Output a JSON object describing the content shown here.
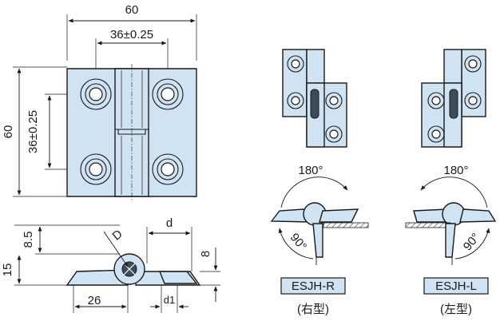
{
  "front_view": {
    "width_overall": "60",
    "width_hole_pitch": "36±0.25",
    "height_overall": "60",
    "height_hole_pitch": "36±0.25"
  },
  "side_view": {
    "dim_thickness": "8.5",
    "dim_height": "15",
    "dim_diameter_D": "D",
    "dim_d": "d",
    "dim_8": "8",
    "dim_26": "26",
    "dim_d1": "d1"
  },
  "right_hand": {
    "angle_open": "180°",
    "angle_limit": "90°",
    "model": "ESJH-R",
    "type_label": "(右型)"
  },
  "left_hand": {
    "angle_open": "180°",
    "angle_limit": "90°",
    "model": "ESJH-L",
    "type_label": "(左型)"
  },
  "colors": {
    "part_fill": "#cfe3f2",
    "line": "#1a1a1a"
  }
}
